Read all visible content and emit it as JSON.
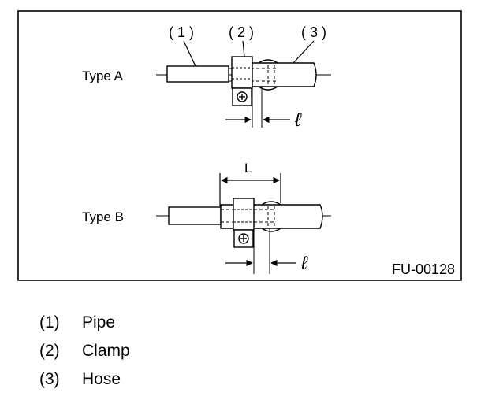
{
  "figure": {
    "callout_1": "( 1 )",
    "callout_2": "( 2 )",
    "callout_3": "( 3 )",
    "type_a_label": "Type A",
    "type_b_label": "Type B",
    "dimension_L": "L",
    "dimension_l_a": "ℓ",
    "dimension_l_b": "ℓ",
    "figure_code": "FU-00128"
  },
  "legend": {
    "items": [
      {
        "num": "(1)",
        "label": "Pipe"
      },
      {
        "num": "(2)",
        "label": "Clamp"
      },
      {
        "num": "(3)",
        "label": "Hose"
      }
    ]
  }
}
